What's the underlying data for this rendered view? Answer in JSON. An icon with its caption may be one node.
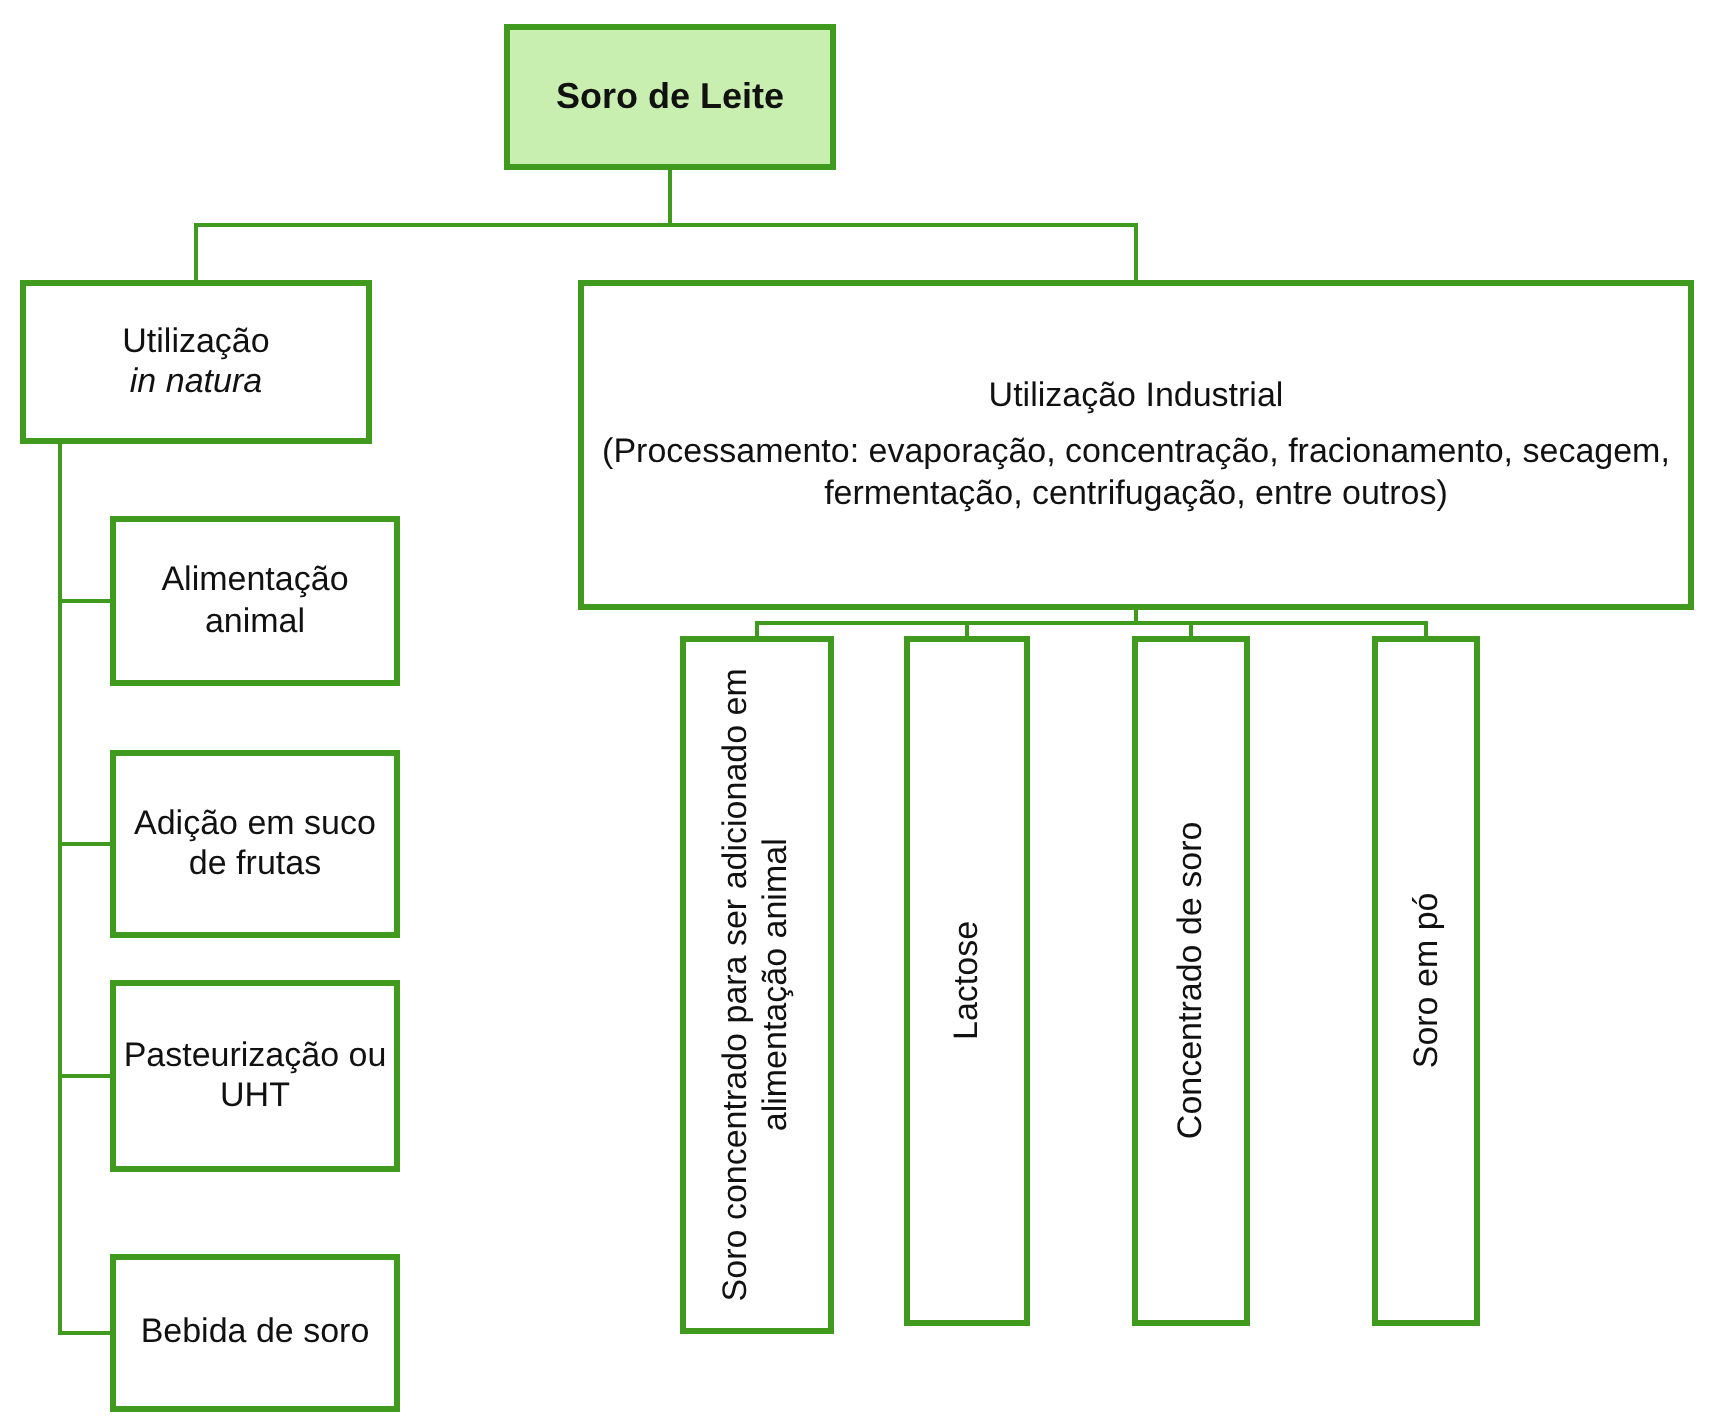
{
  "diagram": {
    "nodes": [
      {
        "text": [
          "Soro de Leite"
        ]
      },
      {
        "text": [
          "Utilização",
          "in natura"
        ]
      },
      {
        "text": [
          "Utilização Industrial",
          "(Processamento: evaporação, concentração, fracionamento, secagem, fermentação, centrifugação, entre outros)"
        ]
      },
      {
        "text": [
          "Alimentação animal"
        ]
      },
      {
        "text": [
          "Adição em suco de frutas"
        ]
      },
      {
        "text": [
          "Pasteurização ou UHT"
        ]
      },
      {
        "text": [
          "Bebida de soro"
        ]
      },
      {
        "text": [
          "Soro concentrado para ser adicionado em alimentação animal"
        ]
      },
      {
        "text": [
          "Lactose"
        ]
      },
      {
        "text": [
          "Concentrado de soro"
        ]
      },
      {
        "text": [
          "Soro em pó"
        ]
      }
    ],
    "edges": [
      {
        "from": 0,
        "to": 1,
        "arrow": "none"
      },
      {
        "from": 0,
        "to": 2,
        "arrow": "none"
      },
      {
        "from": 1,
        "to": 3,
        "arrow": "none"
      },
      {
        "from": 1,
        "to": 4,
        "arrow": "none"
      },
      {
        "from": 1,
        "to": 5,
        "arrow": "none"
      },
      {
        "from": 1,
        "to": 6,
        "arrow": "none"
      },
      {
        "from": 2,
        "to": 7,
        "arrow": "none"
      },
      {
        "from": 2,
        "to": 8,
        "arrow": "none"
      },
      {
        "from": 2,
        "to": 9,
        "arrow": "none"
      },
      {
        "from": 2,
        "to": 10,
        "arrow": "none"
      }
    ]
  }
}
